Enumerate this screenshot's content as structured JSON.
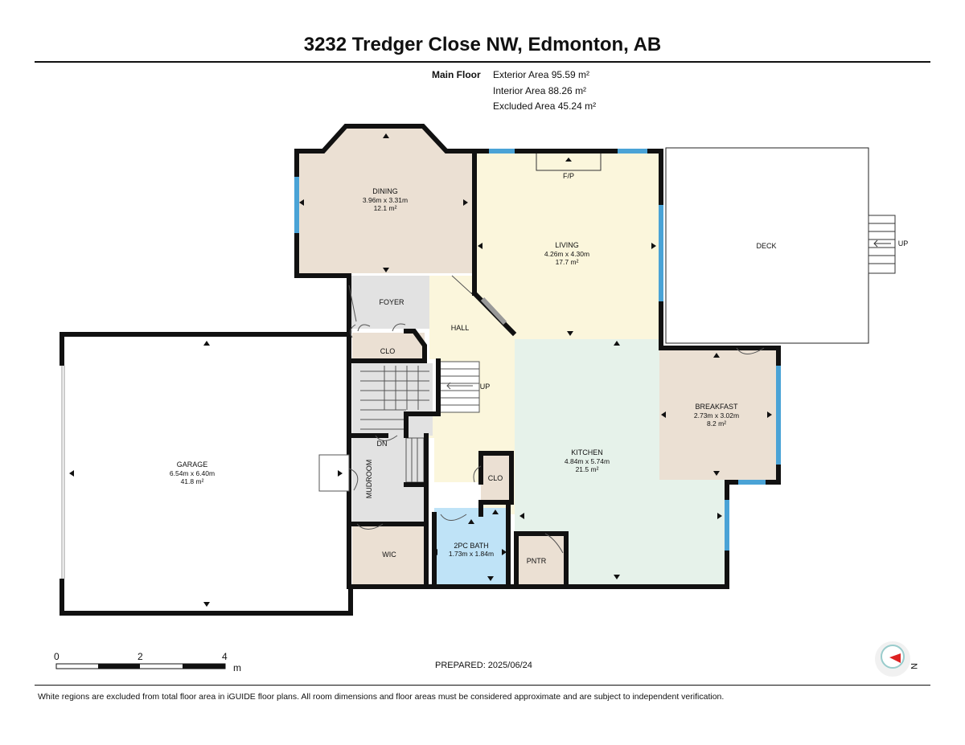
{
  "title": "3232 Tredger Close NW, Edmonton, AB",
  "floor": {
    "label": "Main Floor",
    "exterior_area": "Exterior Area 95.59 m²",
    "interior_area": "Interior Area 88.26 m²",
    "excluded_area": "Excluded Area 45.24 m²"
  },
  "rooms": {
    "dining": {
      "name": "DINING",
      "dims": "3.96m x 3.31m",
      "area": "12.1 m²"
    },
    "living": {
      "name": "LIVING",
      "dims": "4.26m x 4.30m",
      "area": "17.7 m²"
    },
    "fireplace": "F/P",
    "deck": "DECK",
    "deck_stairs": "UP",
    "foyer": "FOYER",
    "hall": "HALL",
    "clo_foyer": "CLO",
    "stairs_up": "UP",
    "stairs_down": "DN",
    "mudroom": "MUDROOM",
    "garage": {
      "name": "GARAGE",
      "dims": "6.54m x 6.40m",
      "area": "41.8 m²"
    },
    "kitchen": {
      "name": "KITCHEN",
      "dims": "4.84m x 5.74m",
      "area": "21.5 m²"
    },
    "breakfast": {
      "name": "BREAKFAST",
      "dims": "2.73m x 3.02m",
      "area": "8.2 m²"
    },
    "clo_hall": "CLO",
    "bath": {
      "name": "2PC BATH",
      "dims": "1.73m x 1.84m"
    },
    "pantry": "PNTR",
    "wic": "WIC"
  },
  "scale": {
    "tick_0": "0",
    "tick_2": "2",
    "tick_4": "4",
    "unit": "m"
  },
  "prepared": "PREPARED: 2025/06/24",
  "disclaimer": "White regions are excluded from total floor area in iGUIDE floor plans. All room dimensions and floor areas must be considered approximate and are subject to independent verification.",
  "compass_label": "N",
  "colors": {
    "dining": "#ebe0d3",
    "living": "#fbf6dc",
    "kitchen": "#e6f2ea",
    "breakfast": "#ebe0d3",
    "bath": "#bfe3f7",
    "grey_room": "#e2e2e2",
    "window": "#4aa3d6",
    "wall": "#111111"
  }
}
